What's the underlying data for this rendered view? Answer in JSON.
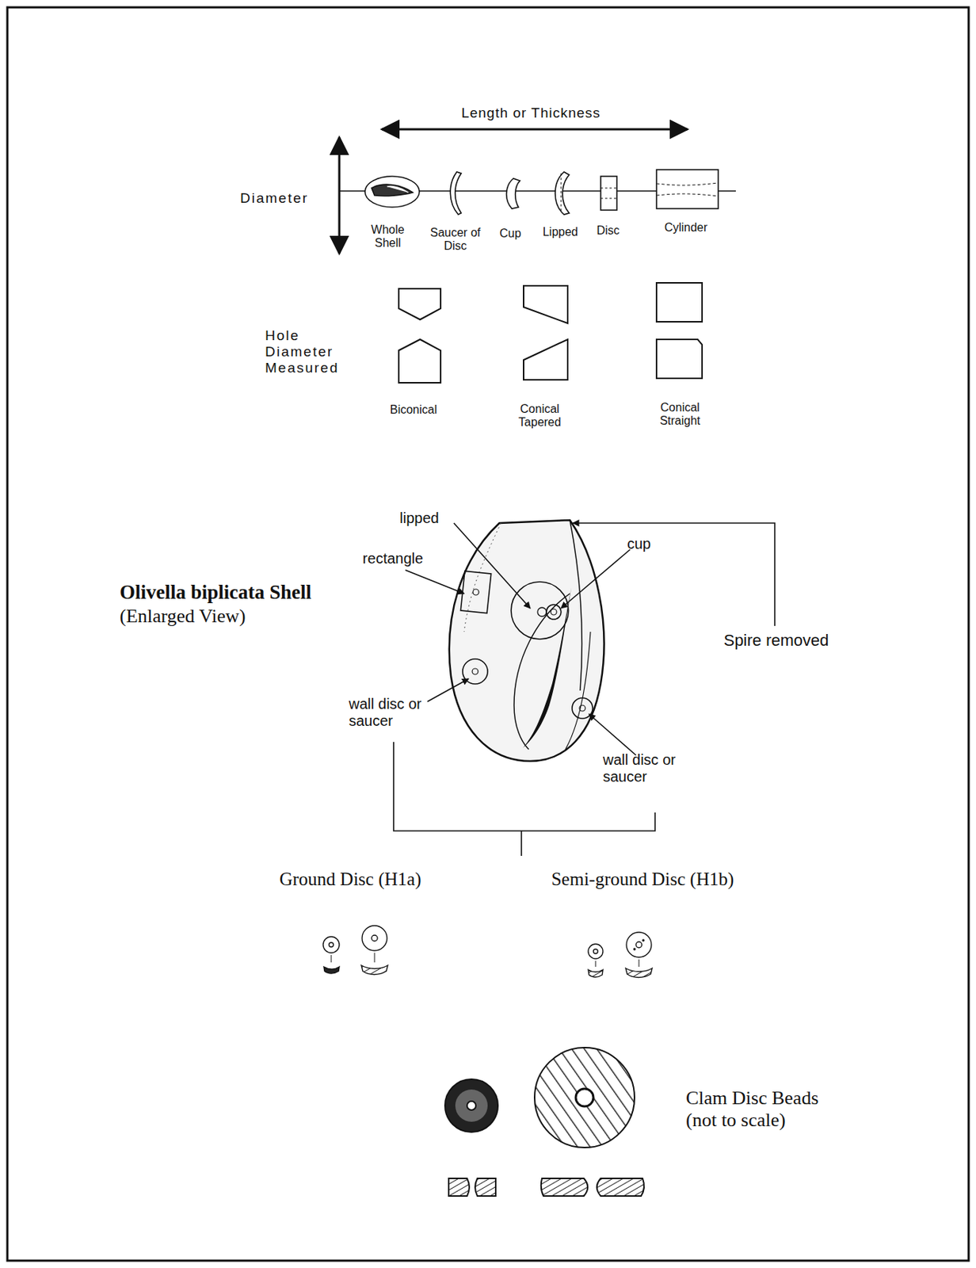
{
  "diagram": {
    "labels": [
      "Length or Thickness",
      "Diameter",
      "Whole Shell",
      "Saucer of Disc",
      "Cup",
      "Lipped",
      "Disc",
      "Cylinder",
      "Hole Diameter Measured",
      "Biconical",
      "Conical Tapered",
      "Conical Straight",
      "lipped",
      "rectangle",
      "cup",
      "Olivella biplicata Shell",
      "(Enlarged View)",
      "Spire removed",
      "wall disc or saucer",
      "wall disc or saucer",
      "Ground Disc (H1a)",
      "Semi-ground Disc (H1b)",
      "Clam Disc Beads (not to scale)"
    ]
  }
}
